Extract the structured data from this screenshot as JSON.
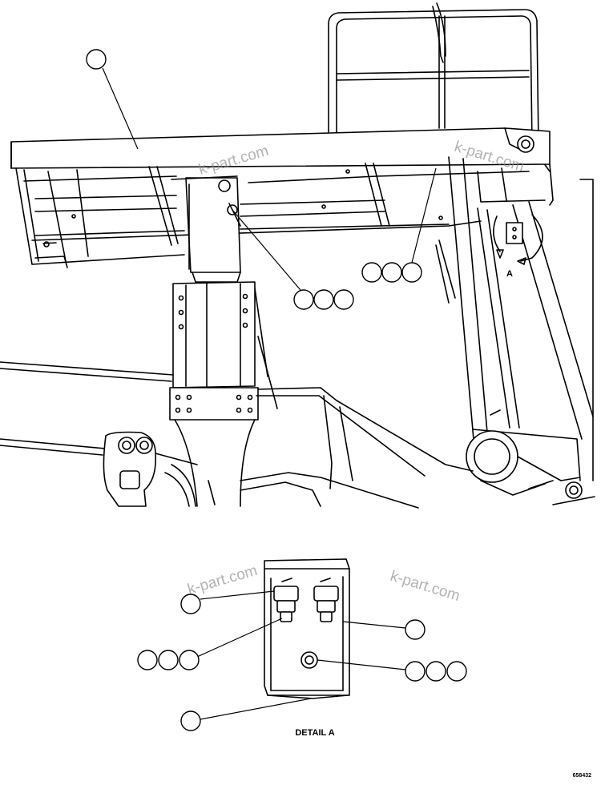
{
  "detail_label": "DETAIL A",
  "view_marker": "A",
  "drawing_number": "658432",
  "watermark_text": "k-part.com",
  "colors": {
    "line": "#000000",
    "background": "#ffffff",
    "watermark": "#8a8a8a"
  }
}
